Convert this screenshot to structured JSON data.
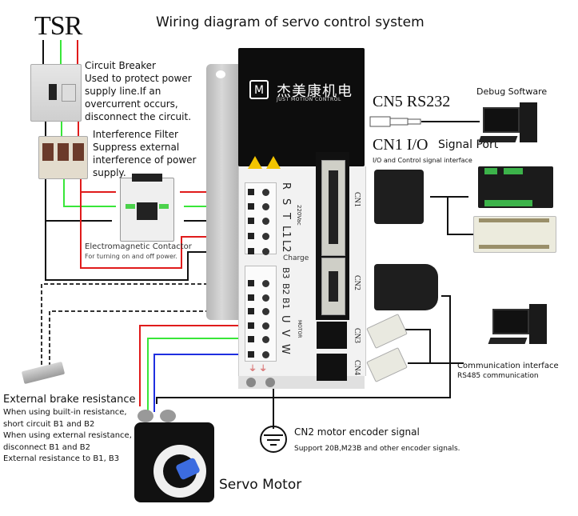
{
  "title": "Wiring diagram of servo control system",
  "power_source_label": "TSR",
  "brand": {
    "name_cn": "杰美康机电",
    "name_en": "JUST MOTION CONTROL",
    "logo_icon": "jm-logo-icon"
  },
  "components": {
    "circuit_breaker": {
      "heading": "Circuit Breaker",
      "lines": [
        "Used to protect power",
        "supply line.If an",
        "overcurrent occurs,",
        "disconnect the circuit."
      ]
    },
    "interference_filter": {
      "heading": "Interference Filter",
      "lines": [
        "Suppress external",
        "interference of power",
        "supply."
      ]
    },
    "contactor": {
      "heading": "Electromagnetic Contactor",
      "description": "For turning on and off power."
    },
    "brake_resistance": {
      "heading": "External brake resistance",
      "lines": [
        "When using built-in resistance,",
        "short circuit B1 and B2",
        "When using external resistance,",
        "disconnect B1 and B2",
        "External resistance to B1, B3"
      ]
    },
    "servo_motor": {
      "label": "Servo Motor"
    },
    "cn5": {
      "label": "CN5  RS232"
    },
    "debug_software": {
      "label": "Debug Software"
    },
    "cn1": {
      "label": "CN1  I/O",
      "suffix": "Signal Port",
      "description": "I/O and Control signal interface"
    },
    "communication": {
      "heading": "Communication interface",
      "description": "RS485 communication"
    },
    "cn2_encoder": {
      "heading": "CN2 motor encoder signal",
      "description": "Support 20B,M23B and other encoder signals."
    }
  },
  "drive": {
    "power_terminals": [
      "R",
      "S",
      "T",
      "L1",
      "L2"
    ],
    "power_voltage": "220Vac",
    "charge_label": "Charge",
    "motor_terminals": [
      "B3",
      "B2",
      "B1",
      "U",
      "V",
      "W"
    ],
    "motor_group_label": "MOTOR",
    "ports": [
      "CN1",
      "CN2",
      "CN3",
      "CN4"
    ]
  },
  "wire_colors": {
    "red": "#e01b1b",
    "green": "#39e639",
    "black": "#111111",
    "blue": "#1f2fe0",
    "dashed": "#333333"
  }
}
